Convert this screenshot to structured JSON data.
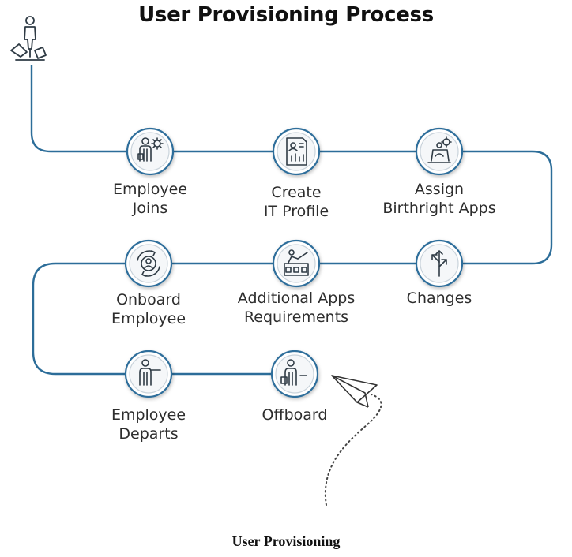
{
  "title": "User Provisioning Process",
  "caption": "User Provisioning",
  "colors": {
    "path": "#2c6d99",
    "node_ring": "#2e6e9b",
    "icon": "#2f3b45",
    "text": "#2d2d2d"
  },
  "start_icon": "walking-person-icon",
  "end_icon": "paper-plane-icon",
  "steps": [
    {
      "line1": "Employee",
      "line2": "Joins",
      "icon": "person-gear-icon"
    },
    {
      "line1": "Create",
      "line2": "IT Profile",
      "icon": "profile-document-icon"
    },
    {
      "line1": "Assign",
      "line2": "Birthright Apps",
      "icon": "laptop-user-gear-icon"
    },
    {
      "line1": "Changes",
      "line2": "",
      "icon": "diverging-arrows-icon"
    },
    {
      "line1": "Additional Apps",
      "line2": "Requirements",
      "icon": "checklist-board-icon"
    },
    {
      "line1": "Onboard",
      "line2": "Employee",
      "icon": "user-cycle-icon"
    },
    {
      "line1": "Employee",
      "line2": "Departs",
      "icon": "person-pointing-icon"
    },
    {
      "line1": "Offboard",
      "line2": "",
      "icon": "person-leaving-icon"
    }
  ]
}
